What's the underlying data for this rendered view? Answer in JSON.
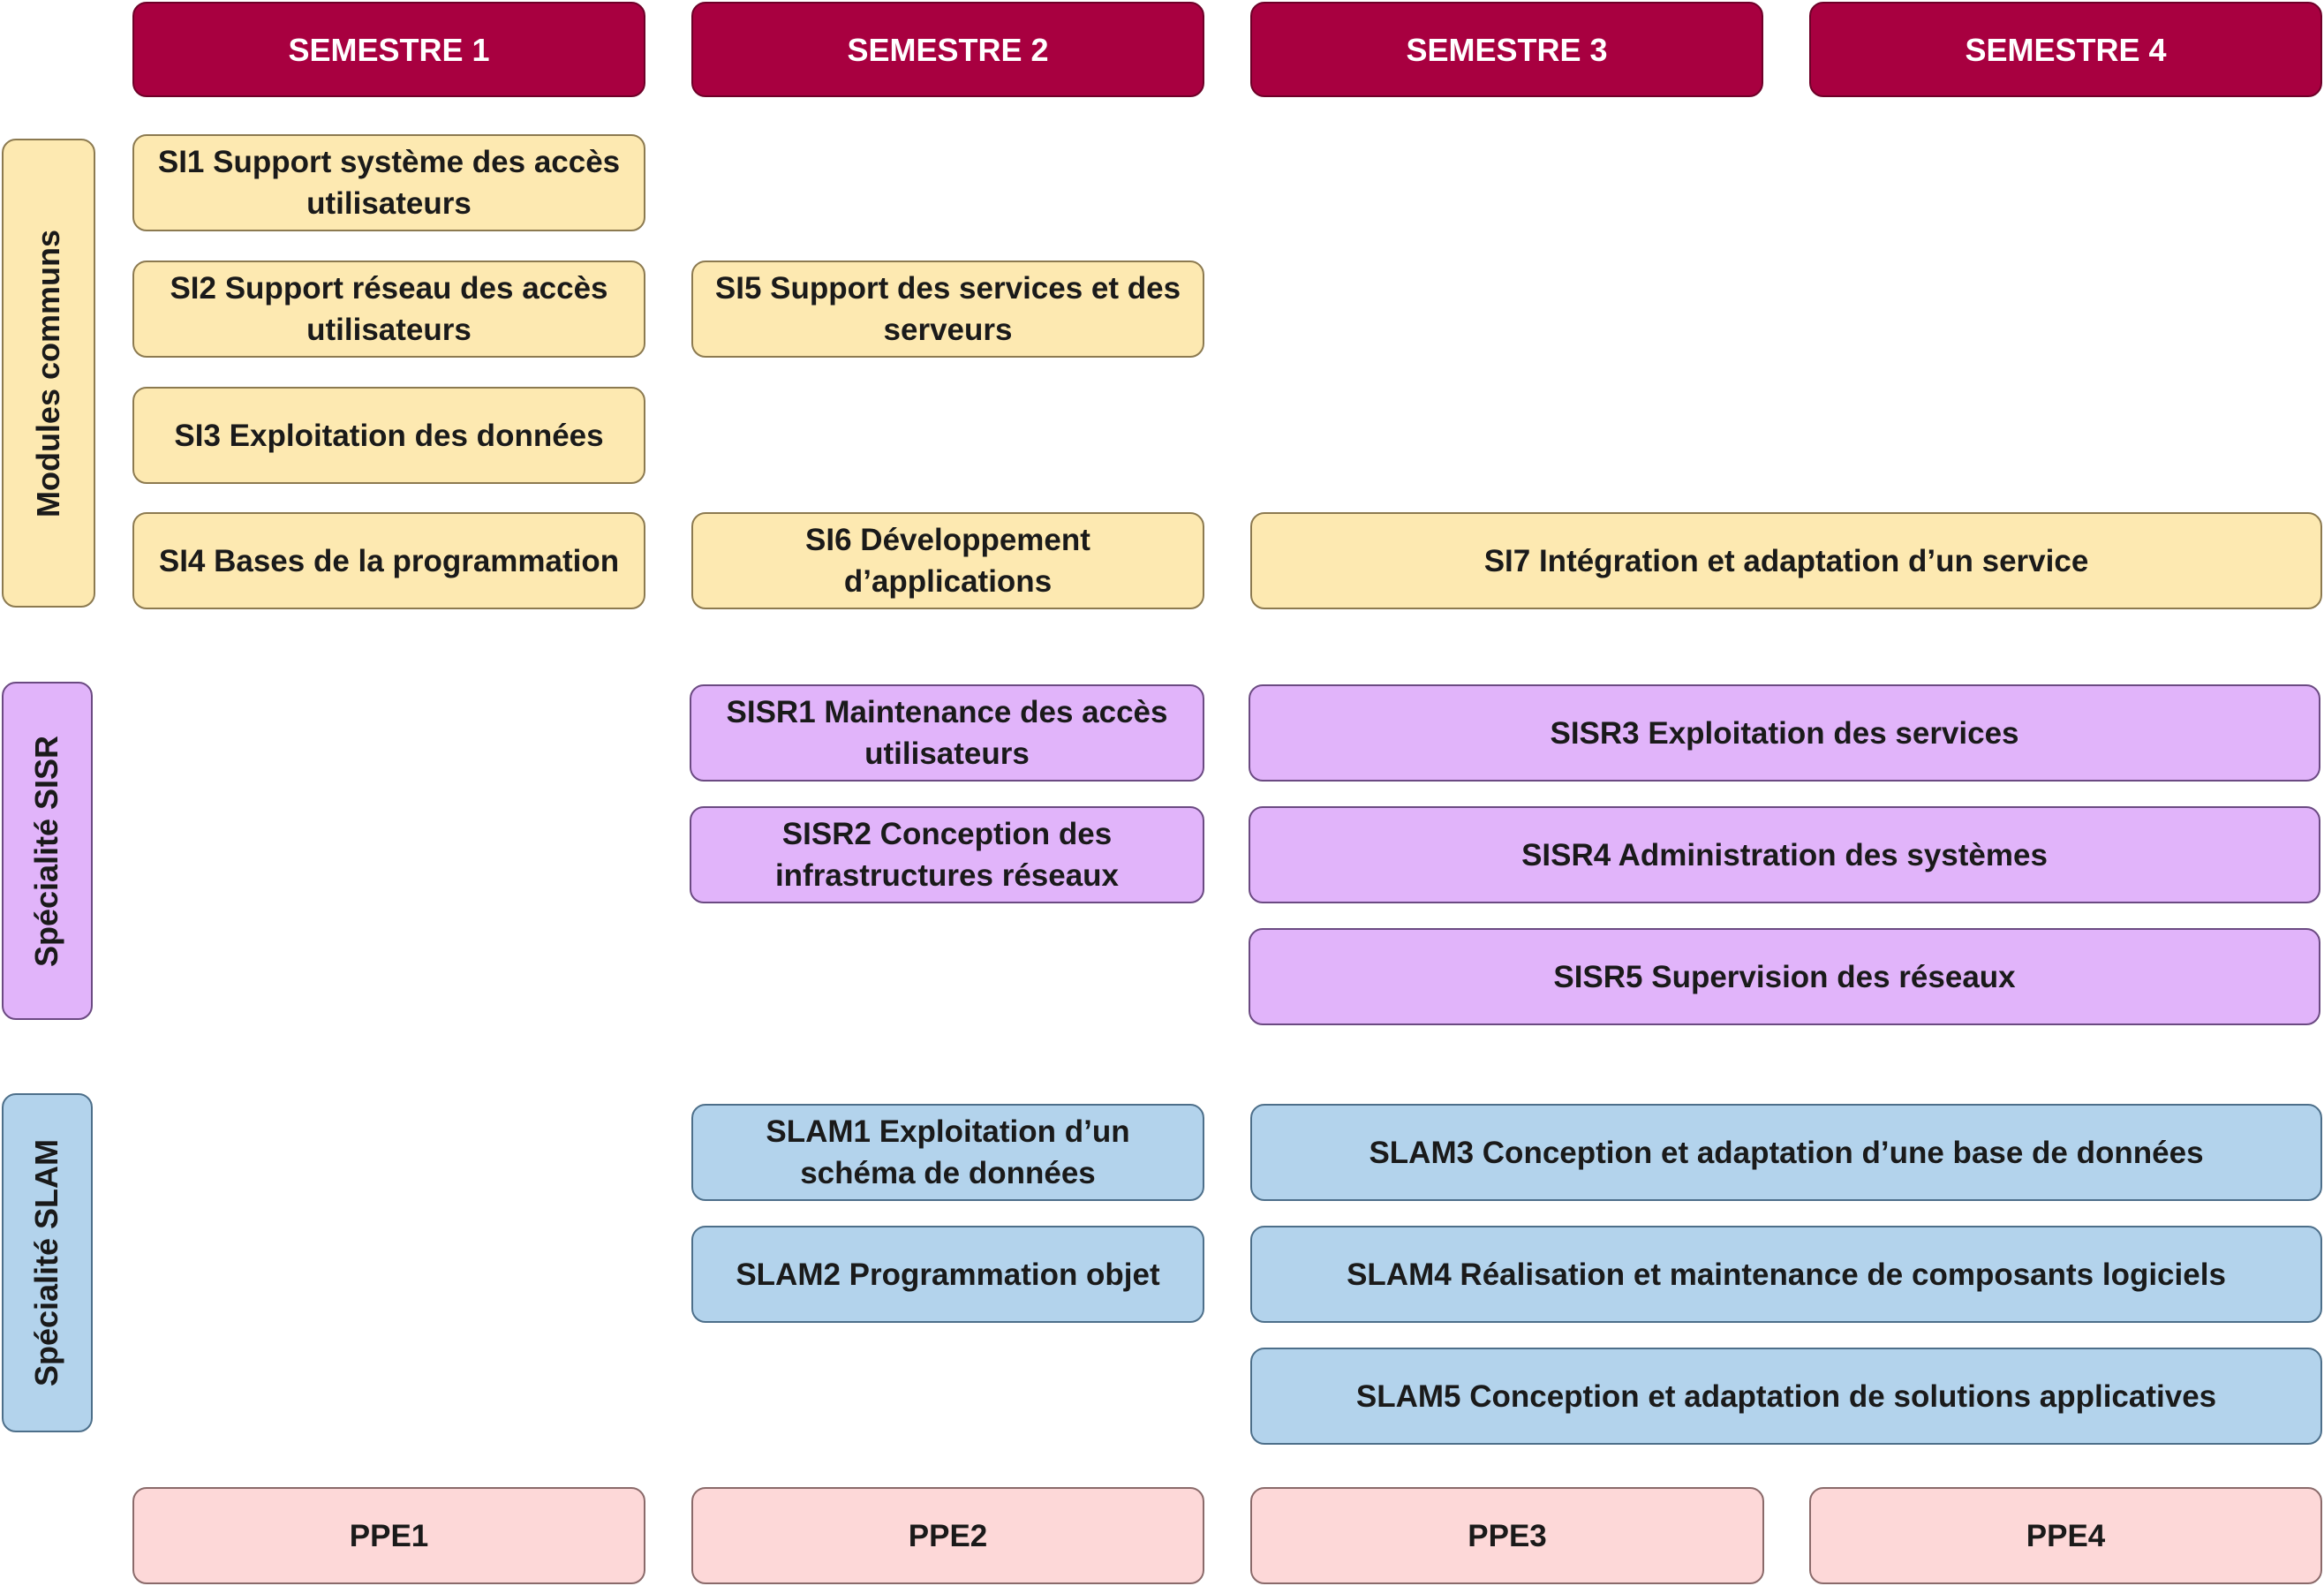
{
  "semesters": [
    "SEMESTRE 1",
    "SEMESTRE 2",
    "SEMESTRE 3",
    "SEMESTRE 4"
  ],
  "groups": {
    "common": "Modules communs",
    "sisr": "Spécialité SISR",
    "slam": "Spécialité SLAM"
  },
  "modules": {
    "si1": "SI1 Support système des accès utilisateurs",
    "si2": "SI2 Support réseau des accès utilisateurs",
    "si3": "SI3 Exploitation des données",
    "si4": "SI4 Bases de la programmation",
    "si5": "SI5 Support des services et des serveurs",
    "si6": "SI6 Développement d’applications",
    "si7": "SI7 Intégration et adaptation d’un service",
    "sisr1": "SISR1 Maintenance des accès utilisateurs",
    "sisr2": "SISR2 Conception des infrastructures réseaux",
    "sisr3": "SISR3 Exploitation des services",
    "sisr4": "SISR4 Administration des systèmes",
    "sisr5": "SISR5 Supervision des réseaux",
    "slam1": "SLAM1 Exploitation d’un schéma de données",
    "slam2": "SLAM2 Programmation objet",
    "slam3": "SLAM3 Conception et adaptation d’une base de données",
    "slam4": "SLAM4 Réalisation et maintenance de composants logiciels",
    "slam5": "SLAM5 Conception et adaptation de solutions applicatives"
  },
  "ppe": [
    "PPE1",
    "PPE2",
    "PPE3",
    "PPE4"
  ],
  "colors": {
    "semester_header": "#a80040",
    "common": "#fde9b1",
    "sisr": "#e1b4fa",
    "slam": "#b3d3ec",
    "ppe": "#fdd8d8"
  }
}
